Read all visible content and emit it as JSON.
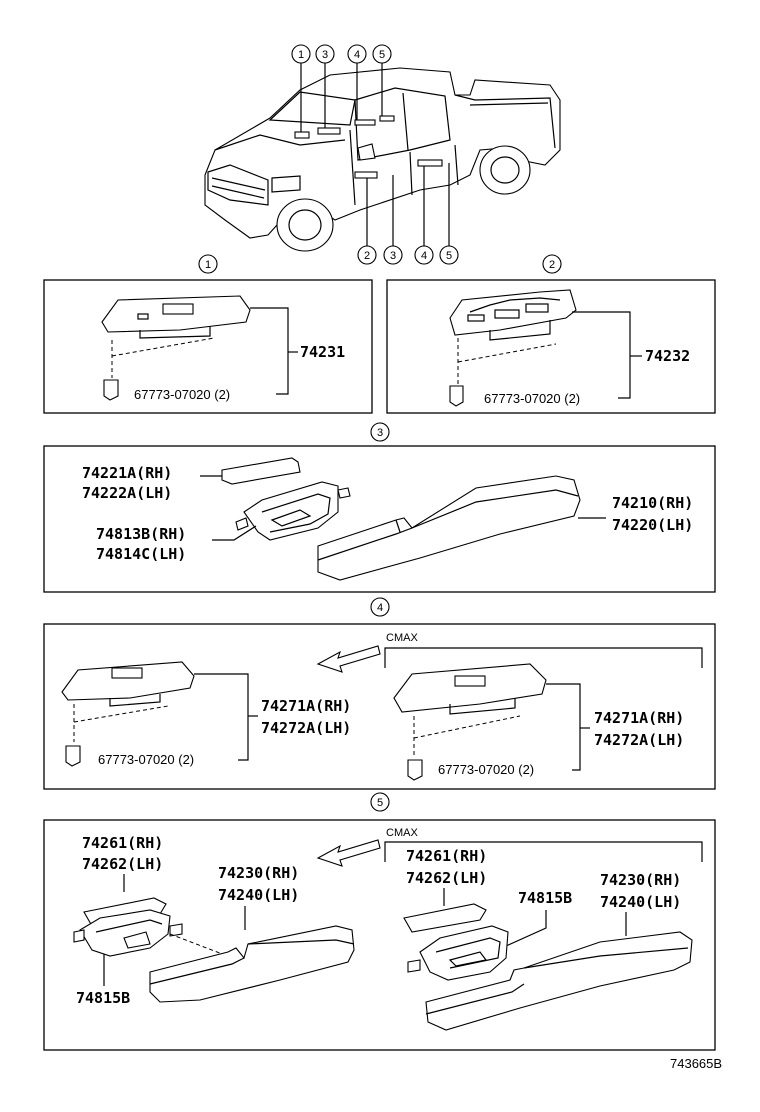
{
  "diagram": {
    "code": "743665B",
    "variant_label": "CMAX",
    "callouts": [
      "1",
      "2",
      "3",
      "4",
      "5"
    ]
  },
  "sections": {
    "s1": {
      "callout": "1",
      "part": "74231",
      "clip": "67773-07020 (2)"
    },
    "s2": {
      "callout": "2",
      "part": "74232",
      "clip": "67773-07020 (2)"
    },
    "s3": {
      "callout": "3",
      "cover_rh": "74221A(RH)",
      "cover_lh": "74222A(LH)",
      "bezel_rh": "74813B(RH)",
      "bezel_lh": "74814C(LH)",
      "armrest_rh": "74210(RH)",
      "armrest_lh": "74220(LH)"
    },
    "s4": {
      "callout": "4",
      "left_rh": "74271A(RH)",
      "left_lh": "74272A(LH)",
      "left_clip": "67773-07020 (2)",
      "right_rh": "74271A(RH)",
      "right_lh": "74272A(LH)",
      "right_clip": "67773-07020 (2)"
    },
    "s5": {
      "callout": "5",
      "left_cover_rh": "74261(RH)",
      "left_cover_lh": "74262(LH)",
      "left_armrest_rh": "74230(RH)",
      "left_armrest_lh": "74240(LH)",
      "left_bezel": "74815B",
      "right_cover_rh": "74261(RH)",
      "right_cover_lh": "74262(LH)",
      "right_bezel": "74815B",
      "right_armrest_rh": "74230(RH)",
      "right_armrest_lh": "74240(LH)"
    }
  }
}
